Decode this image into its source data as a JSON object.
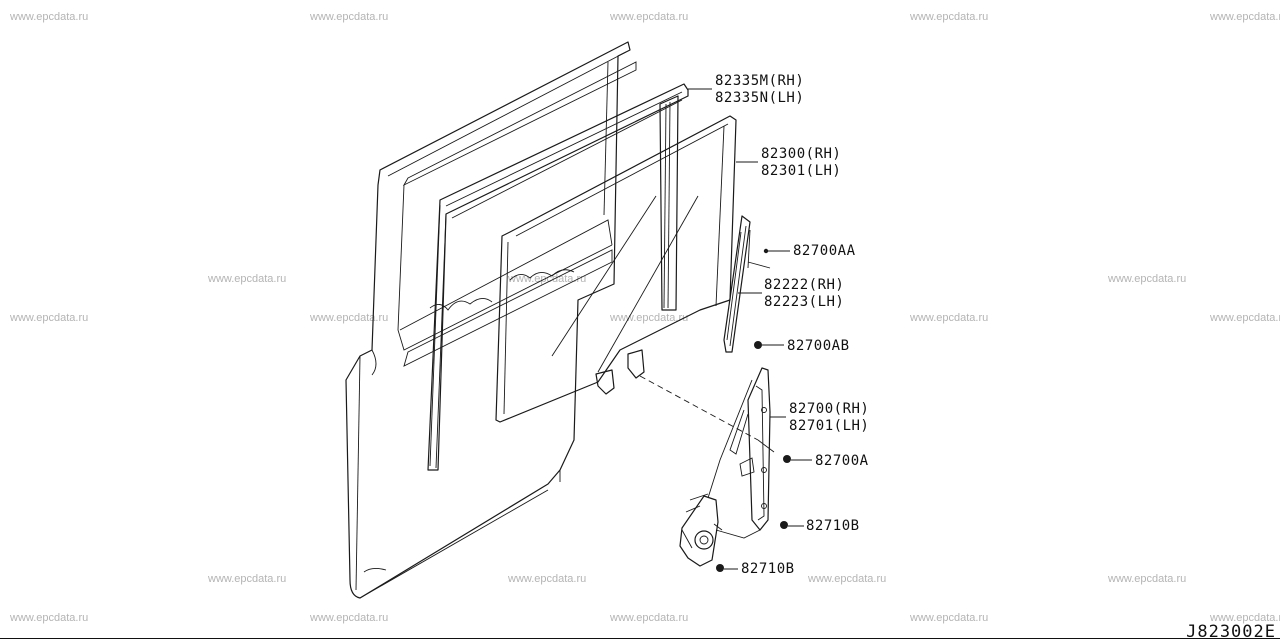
{
  "watermark": "www.epcdata.ru",
  "callouts": {
    "sash_rh": "82335M(RH)",
    "sash_lh": "82335N(LH)",
    "glass_rh": "82300(RH)",
    "glass_lh": "82301(LH)",
    "screw_aa": "82700AA",
    "channel_rh": "82222(RH)",
    "channel_lh": "82223(LH)",
    "bolt_ab": "82700AB",
    "regulator_rh": "82700(RH)",
    "regulator_lh": "82701(LH)",
    "bolt_a": "82700A",
    "motor_bolt_1": "82710B",
    "motor_bolt_2": "82710B"
  },
  "drawing_id": "J823002E"
}
